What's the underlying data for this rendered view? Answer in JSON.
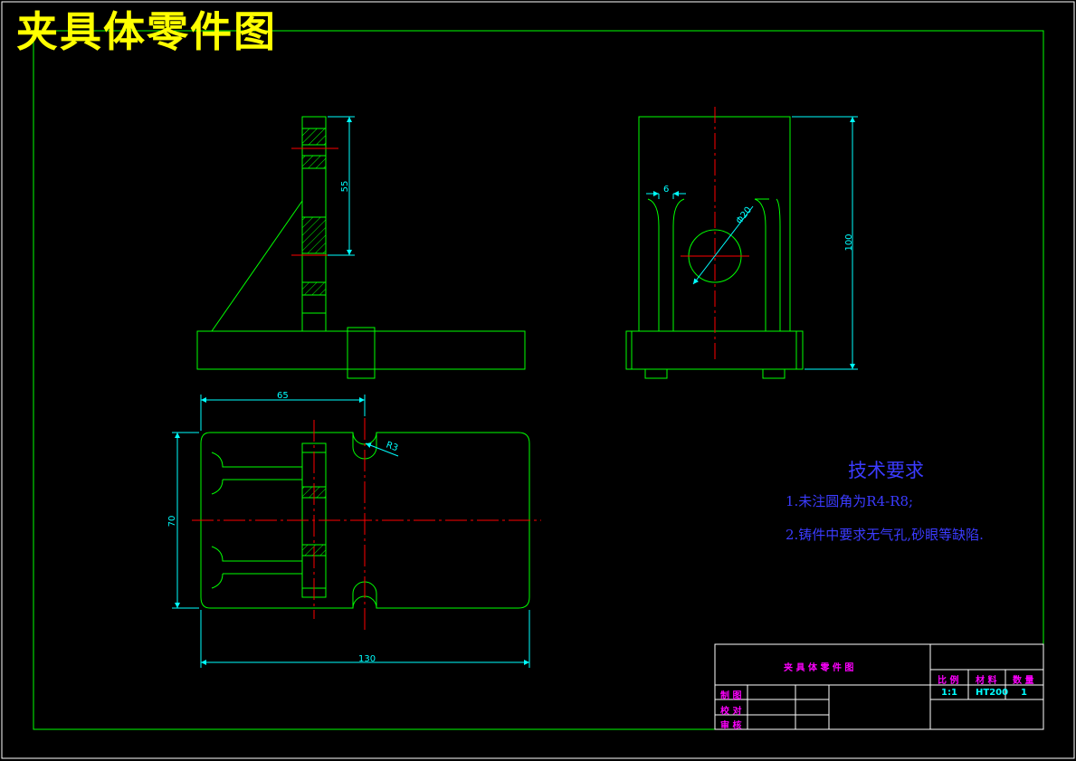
{
  "drawing": {
    "title": "夹具体零件图",
    "dimensions": {
      "side_height": "55",
      "front_height": "100",
      "slot_width": "6",
      "bore_dia": "Φ20",
      "plan_len_half": "65",
      "plan_width": "70",
      "plan_len": "130",
      "notch_radius": "R3"
    }
  },
  "tech_requirements": {
    "heading": "技术要求",
    "items": [
      "1.未注圆角为R4-R8;",
      "2.铸件中要求无气孔,砂眼等缺陷."
    ]
  },
  "title_block": {
    "name": "夹 具 体 零 件 图",
    "scale_label": "比 例",
    "material_label": "材 料",
    "qty_label": "数 量",
    "scale": "1:1",
    "material": "HT200",
    "qty": "1",
    "drawn": "制 图",
    "checked": "校 对",
    "approved": "审 核"
  },
  "colors": {
    "outline": "#00ff00",
    "center": "#ff0000",
    "dimension": "#00ffff",
    "frame": "#ffffff",
    "title": "#ffff00",
    "text": "#3b3bff"
  }
}
